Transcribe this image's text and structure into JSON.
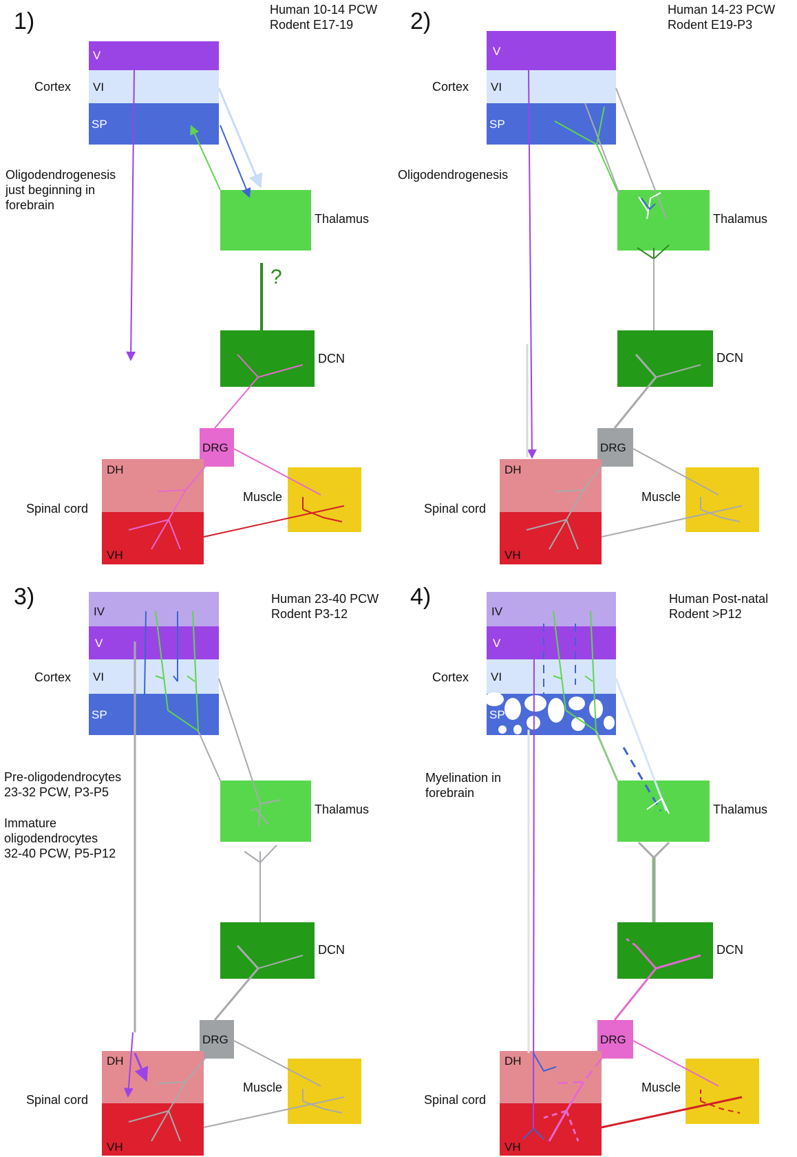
{
  "panels": [
    {
      "number": "1)",
      "stage_lines": [
        "Human 10-14 PCW",
        "Rodent  E17-19"
      ],
      "cortex_label": "Cortex",
      "layers": [
        "V",
        "VI",
        "SP"
      ],
      "note_lines": [
        "Oligodendrogenesis",
        "just beginning in",
        "forebrain"
      ],
      "thalamus": "Thalamus",
      "dcn": "DCN",
      "drg": "DRG",
      "dh": "DH",
      "vh": "VH",
      "spinal_cord": "Spinal cord",
      "muscle": "Muscle",
      "question": "?"
    },
    {
      "number": "2)",
      "stage_lines": [
        "Human     14-23 PCW",
        "Rodent    E19-P3"
      ],
      "cortex_label": "Cortex",
      "layers": [
        "V",
        "VI",
        "SP"
      ],
      "note_lines": [
        "Oligodendrogenesis"
      ],
      "thalamus": "Thalamus",
      "dcn": "DCN",
      "drg": "DRG",
      "dh": "DH",
      "vh": "VH",
      "spinal_cord": "Spinal cord",
      "muscle": "Muscle"
    },
    {
      "number": "3)",
      "stage_lines": [
        "Human    23-40 PCW",
        "Rodent    P3-12"
      ],
      "cortex_label": "Cortex",
      "layers": [
        "IV",
        "V",
        "VI",
        "SP"
      ],
      "note_lines": [
        "Pre-oligodendrocytes",
        "23-32 PCW, P3-P5",
        "",
        "Immature",
        "oligodendrocytes",
        "32-40 PCW, P5-P12"
      ],
      "thalamus": "Thalamus",
      "dcn": "DCN",
      "drg": "DRG",
      "dh": "DH",
      "vh": "VH",
      "spinal_cord": "Spinal cord",
      "muscle": "Muscle"
    },
    {
      "number": "4)",
      "stage_lines": [
        "Human    Post-natal",
        "Rodent    >P12"
      ],
      "cortex_label": "Cortex",
      "layers": [
        "IV",
        "V",
        "VI",
        "SP"
      ],
      "note_lines": [
        "Myelination in",
        "forebrain"
      ],
      "thalamus": "Thalamus",
      "dcn": "DCN",
      "drg": "DRG",
      "dh": "DH",
      "vh": "VH",
      "spinal_cord": "Spinal cord",
      "muscle": "Muscle"
    }
  ],
  "colors": {
    "layer_IV": "#bba6ec",
    "layer_V": "#9b44e6",
    "layer_VI": "#d6e5fb",
    "layer_SP": "#4a6bd8",
    "thalamus": "#57d84c",
    "dcn": "#239a18",
    "drg_pink": "#e669cf",
    "drg_gray": "#9ea2a5",
    "dh": "#e48b91",
    "vh": "#dd1f2e",
    "muscle": "#f0cd1a",
    "purple_axon": "#9b44e6",
    "pink_axon": "#e669cf",
    "red_axon": "#d21f29",
    "green_axon": "#2e8b22",
    "light_green_axon": "#5fd44d",
    "blue_axon": "#3f63d2",
    "pale_axon": "#d6e5fb",
    "gray_axon": "#a8aaad"
  }
}
